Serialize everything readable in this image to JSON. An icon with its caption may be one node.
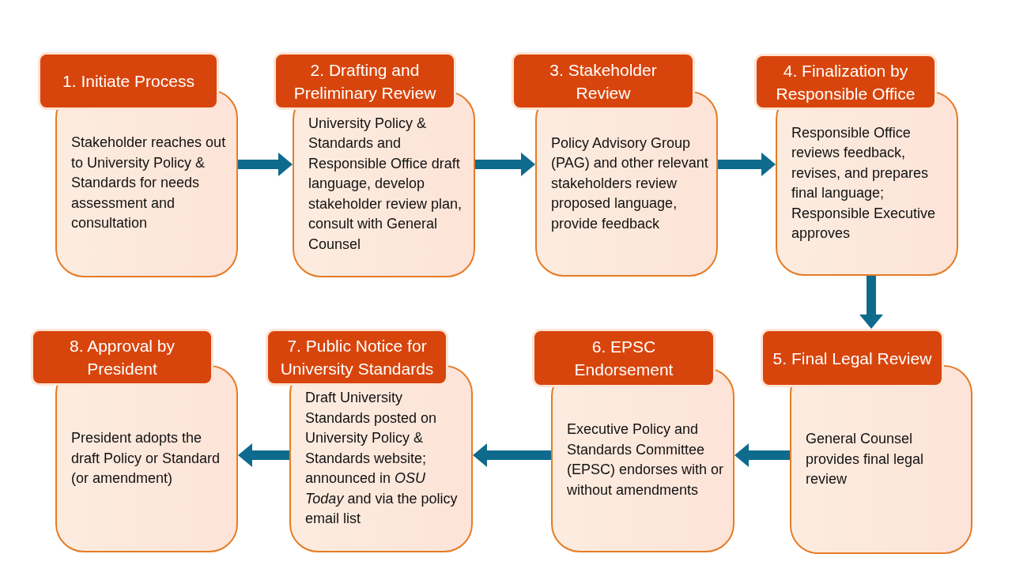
{
  "diagram": {
    "nodes": [
      {
        "text": [
          "1. Initiate Process"
        ]
      },
      {
        "text": [
          "Stakeholder reaches out to University Policy & Standards for needs assessment and consultation"
        ]
      },
      {
        "text": [
          "2. Drafting and Preliminary Review"
        ]
      },
      {
        "text": [
          "University Policy & Standards and Responsible Office draft language, develop stakeholder review plan, consult with General Counsel"
        ]
      },
      {
        "text": [
          "3. Stakeholder Review"
        ]
      },
      {
        "text": [
          "Policy Advisory Group (PAG) and other relevant stakeholders review proposed language, provide feedback"
        ]
      },
      {
        "text": [
          "4. Finalization by Responsible Office"
        ]
      },
      {
        "text": [
          "Responsible Office reviews feedback, revises, and prepares final language; Responsible Executive approves"
        ]
      },
      {
        "text": [
          "5. Final Legal Review"
        ]
      },
      {
        "text": [
          "General Counsel provides final legal review"
        ]
      },
      {
        "text": [
          "6. EPSC Endorsement"
        ]
      },
      {
        "text": [
          "Executive Policy and Standards Committee (EPSC) endorses with or without amendments"
        ]
      },
      {
        "text": [
          "7. Public Notice for University Standards"
        ]
      },
      {
        "text": [
          "Draft University Standards posted on University Policy & Standards website; announced in *OSU Today* and via the policy email list"
        ]
      },
      {
        "text": [
          "8. Approval by President"
        ]
      },
      {
        "text": [
          "President adopts the draft Policy or Standard (or amendment)"
        ]
      }
    ],
    "edges": [
      {
        "from": 1,
        "to": 3,
        "arrow": "to"
      },
      {
        "from": 3,
        "to": 5,
        "arrow": "to"
      },
      {
        "from": 5,
        "to": 7,
        "arrow": "to"
      },
      {
        "from": 7,
        "to": 8,
        "arrow": "to"
      },
      {
        "from": 9,
        "to": 11,
        "arrow": "to"
      },
      {
        "from": 11,
        "to": 13,
        "arrow": "to"
      },
      {
        "from": 13,
        "to": 15,
        "arrow": "to"
      }
    ]
  }
}
